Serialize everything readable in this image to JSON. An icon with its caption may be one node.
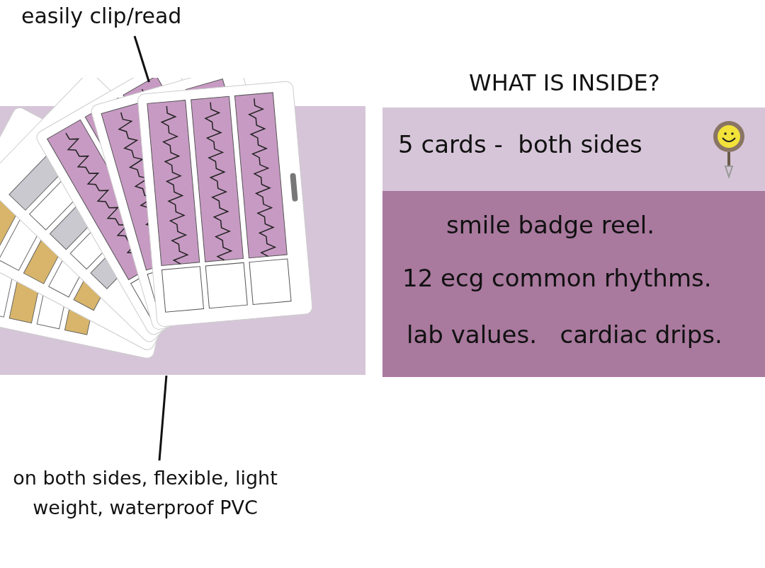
{
  "diagram": {
    "title": "WHAT IS INSIDE?",
    "nodes": [
      {
        "text": [
          "easily clip/read"
        ]
      },
      {
        "text": [],
        "shape": "picture"
      },
      {
        "text": [
          "on both sides, flexible, light weight, waterproof PVC"
        ]
      },
      {
        "text": [
          "5 cards -  both sides"
        ]
      },
      {
        "text": [
          "smile badge reel.",
          "12 ecg common rhythms.",
          "lab values.   cardiac drips."
        ]
      }
    ],
    "edges": [
      {
        "from": 0,
        "to": 1,
        "arrow": "none"
      },
      {
        "from": 2,
        "to": 1,
        "arrow": "none"
      }
    ]
  }
}
